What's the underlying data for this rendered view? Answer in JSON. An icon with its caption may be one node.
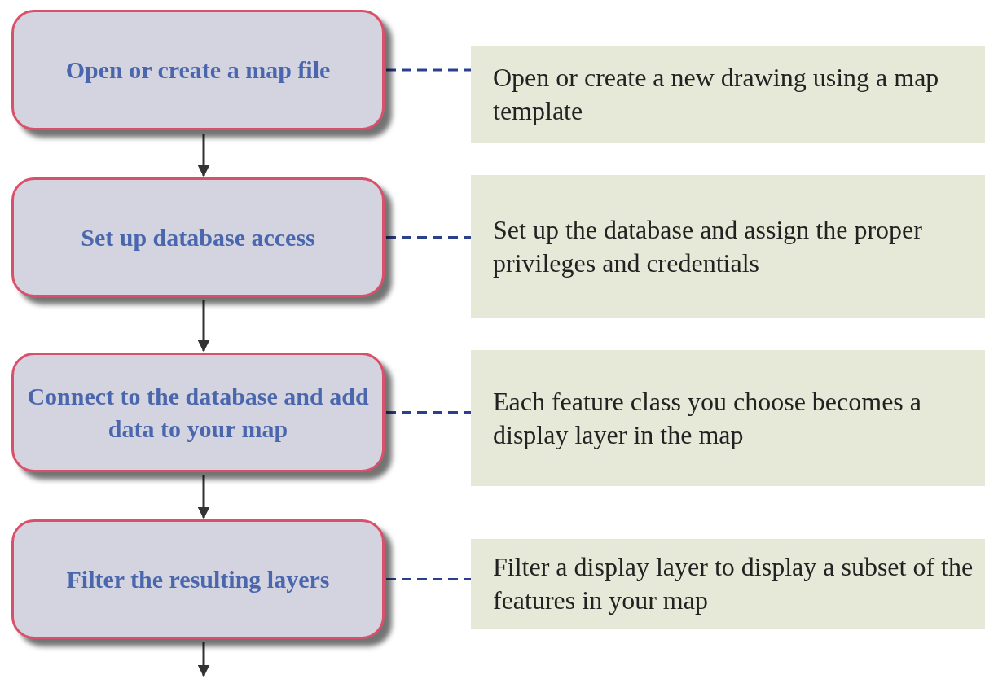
{
  "diagram": {
    "nodes": [
      {
        "text": [
          "Open or create a map file"
        ]
      },
      {
        "text": [
          "Set up database access"
        ]
      },
      {
        "text": [
          "Connect to the database and add data to your map"
        ]
      },
      {
        "text": [
          "Filter the resulting layers"
        ]
      },
      {
        "text": [
          "Open or create a new drawing using a map template"
        ]
      },
      {
        "text": [
          "Set up the database and assign the proper privileges and credentials"
        ]
      },
      {
        "text": [
          "Each feature class you choose becomes a display layer in the map"
        ]
      },
      {
        "text": [
          "Filter a display layer to display a subset of the features in your map"
        ]
      }
    ],
    "edges": [
      {
        "from": 0,
        "to": 1,
        "arrow": "to"
      },
      {
        "from": 1,
        "to": 2,
        "arrow": "to"
      },
      {
        "from": 2,
        "to": 3,
        "arrow": "to"
      },
      {
        "from": 3,
        "to": null,
        "arrow": "to"
      },
      {
        "from": 0,
        "to": 4,
        "arrow": "none",
        "style": "dashed",
        "color": "#2b3f8c"
      },
      {
        "from": 1,
        "to": 5,
        "arrow": "none",
        "style": "dashed",
        "color": "#2b3f8c"
      },
      {
        "from": 2,
        "to": 6,
        "arrow": "none",
        "style": "dashed",
        "color": "#2b3f8c"
      },
      {
        "from": 3,
        "to": 7,
        "arrow": "none",
        "style": "dashed",
        "color": "#2b3f8c"
      }
    ]
  }
}
